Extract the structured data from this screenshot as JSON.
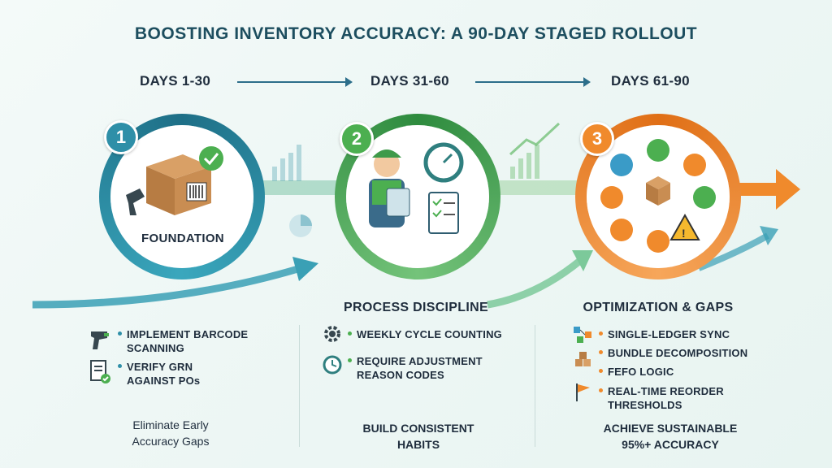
{
  "title": "BOOSTING INVENTORY ACCURACY: A 90-DAY STAGED ROLLOUT",
  "timeline": [
    {
      "label": "DAYS 1-30"
    },
    {
      "label": "DAYS 31-60"
    },
    {
      "label": "DAYS 61-90"
    }
  ],
  "phases": [
    {
      "number": "1",
      "title": "FOUNDATION",
      "color": "#2f8fa8",
      "bullets": [
        {
          "icon": "barcode-scanner-icon",
          "lines": [
            "IMPLEMENT BARCODE",
            "SCANNING"
          ]
        },
        {
          "icon": "document-check-icon",
          "lines": [
            "VERIFY GRN",
            "AGAINST POs"
          ]
        }
      ],
      "summary": [
        "Eliminate Early",
        "Accuracy Gaps"
      ]
    },
    {
      "number": "2",
      "title": "PROCESS DISCIPLINE",
      "color": "#4caf50",
      "bullets": [
        {
          "icon": "gear-icon",
          "lines": [
            "WEEKLY CYCLE COUNTING"
          ]
        },
        {
          "icon": "clock-icon",
          "lines": [
            "REQUIRE ADJUSTMENT",
            "REASON CODES"
          ]
        }
      ],
      "summary": [
        "BUILD CONSISTENT",
        "HABITS"
      ]
    },
    {
      "number": "3",
      "title": "OPTIMIZATION & GAPS",
      "color": "#f08a2c",
      "bullets": [
        {
          "icon": "network-icon",
          "lines": [
            "SINGLE-LEDGER SYNC"
          ]
        },
        {
          "icon": "boxes-icon",
          "lines": [
            "BUNDLE DECOMPOSITION"
          ]
        },
        {
          "icon": "",
          "lines": [
            "FEFO LOGIC"
          ]
        },
        {
          "icon": "flag-icon",
          "lines": [
            "REAL-TIME REORDER",
            "THRESHOLDS"
          ]
        }
      ],
      "summary": [
        "ACHIEVE SUSTAINABLE",
        "95%+ ACCURACY"
      ]
    }
  ],
  "colors": {
    "teal": "#2f8fa8",
    "green": "#4caf50",
    "orange": "#f08a2c",
    "navy": "#1d4e5f"
  }
}
